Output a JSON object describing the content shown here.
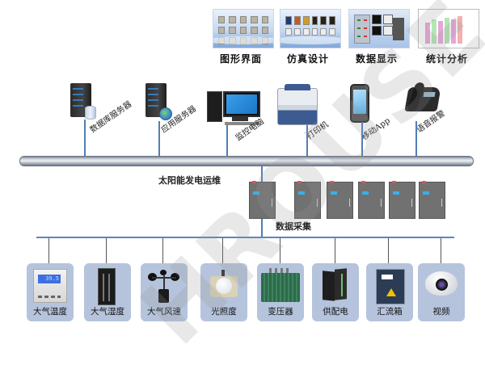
{
  "watermark": "HROUSE",
  "top_screens": [
    {
      "label": "图形界面"
    },
    {
      "label": "仿真设计"
    },
    {
      "label": "数据显示"
    },
    {
      "label": "统计分析"
    }
  ],
  "devices": [
    {
      "label": "数据库服务器",
      "icon": "database-server-icon"
    },
    {
      "label": "应用服务器",
      "icon": "application-server-icon"
    },
    {
      "label": "监控电脑",
      "icon": "monitoring-computer-icon"
    },
    {
      "label": "打印机",
      "icon": "printer-icon"
    },
    {
      "label": "移动App",
      "icon": "mobile-phone-icon"
    },
    {
      "label": "语音报警",
      "icon": "telephone-icon"
    }
  ],
  "center": {
    "title": "太阳能发电运维",
    "collection_label": "数据采集",
    "cabinet_count": 6
  },
  "sensors": [
    {
      "label": "大气温度",
      "icon": "temperature-sensor-icon",
      "reading": "39.5"
    },
    {
      "label": "大气湿度",
      "icon": "humidity-sensor-icon"
    },
    {
      "label": "大气风速",
      "icon": "anemometer-icon"
    },
    {
      "label": "光照度",
      "icon": "light-sensor-icon"
    },
    {
      "label": "变压器",
      "icon": "transformer-icon"
    },
    {
      "label": "供配电",
      "icon": "power-distribution-cabinet-icon"
    },
    {
      "label": "汇流箱",
      "icon": "combiner-box-icon"
    },
    {
      "label": "视频",
      "icon": "camera-icon"
    }
  ],
  "colors": {
    "bus_line": "#5c87bb",
    "card_bg": "#b5c4dc",
    "cabinet": "#717171"
  }
}
